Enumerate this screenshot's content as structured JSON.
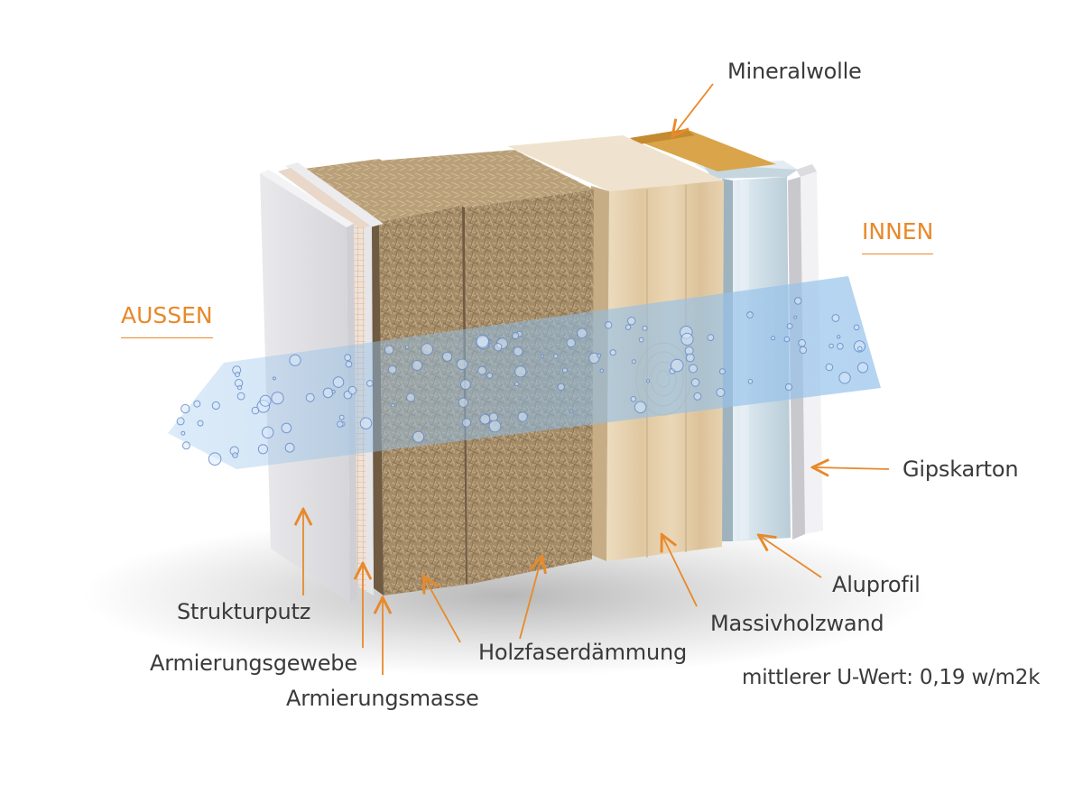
{
  "colors": {
    "accent": "#e8892a",
    "label_text": "#3a3a3a",
    "moisture_band": "#9cc6ec",
    "fiberboard": "#a58c68",
    "wood": "#e4cfae",
    "mineral_wool": "#d9a44a",
    "aluminium": "#cfdfe8",
    "plaster": "#f0f0f2"
  },
  "directions": {
    "outside": "AUSSEN",
    "inside": "INNEN"
  },
  "layers": {
    "strukturputz": "Strukturputz",
    "armierungsgewebe": "Armierungsgewebe",
    "armierungsmasse": "Armierungsmasse",
    "holzfaserdaemmung": "Holzfaserdämmung",
    "massivholzwand": "Massivholzwand",
    "aluprofil": "Aluprofil",
    "gipskarton": "Gipskarton",
    "mineralwolle": "Mineralwolle"
  },
  "u_value": "mittlerer U-Wert: 0,19 w/m2k"
}
